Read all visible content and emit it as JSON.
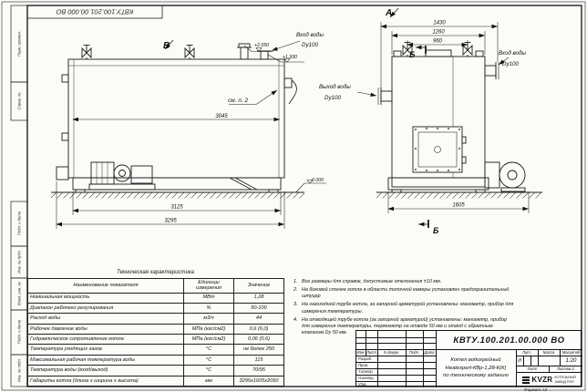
{
  "sheet": {
    "format_label": "Формат А3"
  },
  "margin_labels": {
    "perv_primen": "Перв. примен.",
    "sprav_no": "Справ. №",
    "podp_data_1": "Подп. и дата",
    "inv_dubl": "Инв. № дубл.",
    "vzam_inv": "Взам. инв. №",
    "podp_data_2": "Подп. и дата",
    "inv_podl": "Инв. № подл."
  },
  "side_view": {
    "view_label": "В",
    "see_note_label": "см. п. 2",
    "inlet_label": "Вход воды",
    "inlet_dn": "Dy100",
    "elev_top": "+2.050",
    "elev_mid": "+1.930",
    "elev_zero": "0.000",
    "dim_shell": "3045",
    "dim_mid": "3125",
    "dim_total": "3295"
  },
  "front_view": {
    "view_label": "А",
    "section_top": "Б",
    "section_bottom": "Б",
    "outlet_label": "Выход воды",
    "outlet_dn": "Dy100",
    "inlet_label": "Вход воды",
    "inlet_dn": "Dy100",
    "dim_total": "1430",
    "dim_mid": "1260",
    "dim_inner": "960",
    "dim_base": "1605"
  },
  "tech_table": {
    "title": "Техническая характеристика",
    "headers": [
      "Наименование показателя",
      "Единицы измерения",
      "Значение"
    ],
    "rows": [
      [
        "Номинальная мощность",
        "МВт",
        "1,28"
      ],
      [
        "Диапазон рабочего регулирования",
        "%",
        "50-100"
      ],
      [
        "Расход воды",
        "м3/ч",
        "44"
      ],
      [
        "Рабочее давление воды",
        "МПа (кгс/см2)",
        "0,6 (6,0)"
      ],
      [
        "Гидравлическое сопротивление котла",
        "МПа (кгс/см2)",
        "0,06 (0,6)"
      ],
      [
        "Температура уходящих газов",
        "°С",
        "не более 250"
      ],
      [
        "Максимальная рабочая температура воды",
        "°С",
        "115"
      ],
      [
        "Температура воды (вход/выход)",
        "°С",
        "70/95"
      ],
      [
        "Габариты котла (длина х ширина х высота)",
        "мм",
        "3295х1605х2050"
      ]
    ]
  },
  "notes": {
    "items": [
      {
        "num": "1.",
        "text": "Все размеры для справок, допустимые отклонения ±10 мм."
      },
      {
        "num": "2.",
        "text": "На боковой стенке котла в области топочной камеры установлен предохранительный штуцер"
      },
      {
        "num": "3.",
        "text": "На газоходной трубе котла, за запорной арматурой установлены: манометр, прибор для измерения температуры."
      },
      {
        "num": "4.",
        "text": "На отводящей трубе котла (за запорной арматурой) установлены: манометр, прибор для измерения температуры, термометр на отводе 50 мм и отвод с обратным клапаном Dy 50 мм."
      }
    ]
  },
  "title_block": {
    "doc_number": "КВТУ.100.201.00.000 ВО",
    "product_line1": "Котел водогрейный",
    "product_line2": "Heatexpert-КВр-1,28-К(К)",
    "product_line3": "по техническому заданию",
    "col_izm": "Изм.",
    "col_list": "Лист",
    "col_ndoc": "N докум.",
    "col_podp": "Подп.",
    "col_data": "Дата",
    "row_razrab": "Разраб.",
    "row_prov": "Пров.",
    "row_tkontr": "Т.контр.",
    "row_nkontr": "Н.контр.",
    "row_utv": "Утв.",
    "lit_label": "Лит.",
    "lit_value": "И",
    "mass_label": "Масса",
    "scale_label": "Масштаб",
    "scale_value": "1:20",
    "sheet_label": "Лист",
    "sheets_label": "Листов 2",
    "logo_text": "KVZR",
    "company_line1": "КОТЕЛЬНЫЙ",
    "company_line2": "ЗАВОД РЭП"
  }
}
